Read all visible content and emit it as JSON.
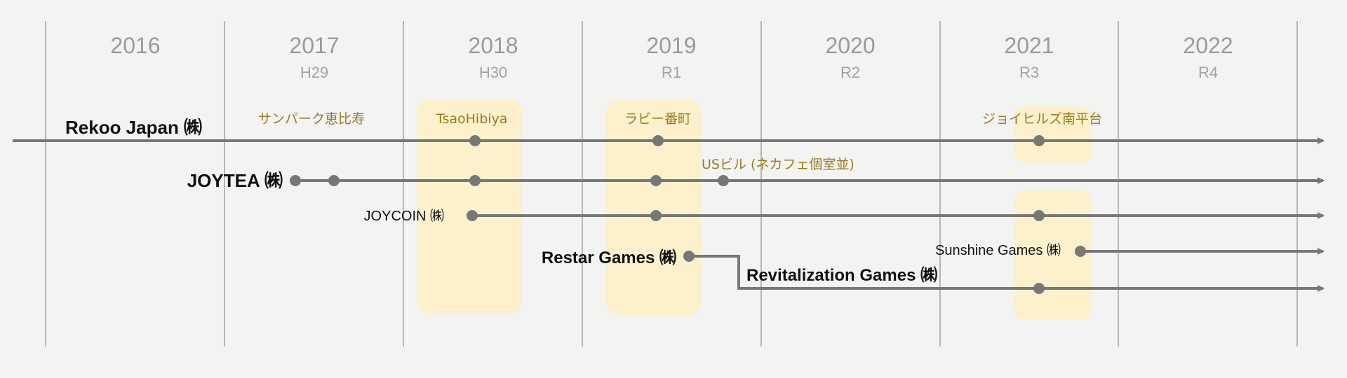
{
  "timeline": {
    "years": [
      {
        "year": "2016",
        "era": ""
      },
      {
        "year": "2017",
        "era": "H29"
      },
      {
        "year": "2018",
        "era": "H30"
      },
      {
        "year": "2019",
        "era": "R1"
      },
      {
        "year": "2020",
        "era": "R2"
      },
      {
        "year": "2021",
        "era": "R3"
      },
      {
        "year": "2022",
        "era": "R4"
      }
    ]
  },
  "places": {
    "sunpark": "サンパーク恵比寿",
    "tsao": "TsaoHibiya",
    "rabi": "ラビー番町",
    "usbldg": "USビル (ネカフェ個室並)",
    "joihills": "ジョイヒルズ南平台"
  },
  "companies": {
    "rekoo": "Rekoo Japan ㈱",
    "joytea": "JOYTEA ㈱",
    "joycoin": "JOYCOIN ㈱",
    "restar": "Restar Games ㈱",
    "sunshine": "Sunshine Games ㈱",
    "revitalization": "Revitalization Games ㈱"
  },
  "colors": {
    "background": "#f3f3f2",
    "line": "#777777",
    "grid": "#b5b5b5",
    "highlight": "#fdf0c4",
    "place_text": "#9a7a1c"
  }
}
